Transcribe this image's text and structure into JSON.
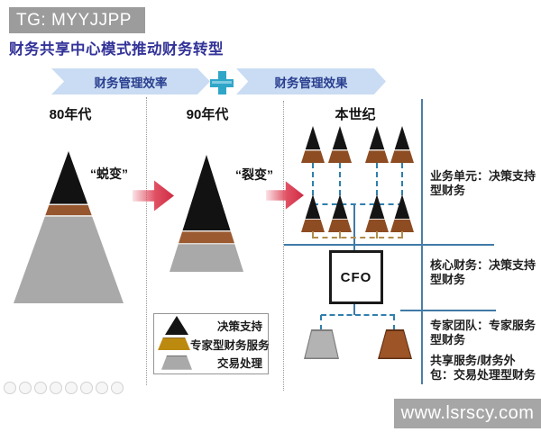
{
  "banner": {
    "tg_label": "TG: MYYJJPP"
  },
  "title": "财务共享中心模式推动财务转型",
  "flow": {
    "left_label": "财务管理效率",
    "right_label": "财务管理效果"
  },
  "columns": [
    {
      "era": "80年代",
      "tag": "“蜕变”"
    },
    {
      "era": "90年代",
      "tag": "“裂变”"
    },
    {
      "era": "本世纪"
    }
  ],
  "cfo_label": "CFO",
  "annotations": [
    "业务单元：决策支持型财务",
    "核心财务：决策支持型财务",
    "专家团队：专家服务型财务",
    "共享服务/财务外包：交易处理型财务"
  ],
  "legend": [
    {
      "marker": "black-triangle",
      "label": "决策支持"
    },
    {
      "marker": "gold-trapezoid",
      "label": "专家型财务服务"
    },
    {
      "marker": "gray-trapezoid",
      "label": "交易处理"
    }
  ],
  "watermark": "www.lsrscy.com",
  "colors": {
    "title_blue": "#333399",
    "flow_banner_blue": "#c9dcf3",
    "flow_text_navy": "#2a3f8f",
    "plus_teal": "#2fa6c8",
    "arrow_red": "#cf2b44",
    "decision_black": "#141414",
    "expert_brown": "#96562e",
    "transaction_gray": "#a9a9a9",
    "legend_gold": "#bd8a10",
    "connector_blue": "#2f7fae",
    "connector_tan": "#b08c4a",
    "watermark_gray": "#a6a6a6"
  }
}
